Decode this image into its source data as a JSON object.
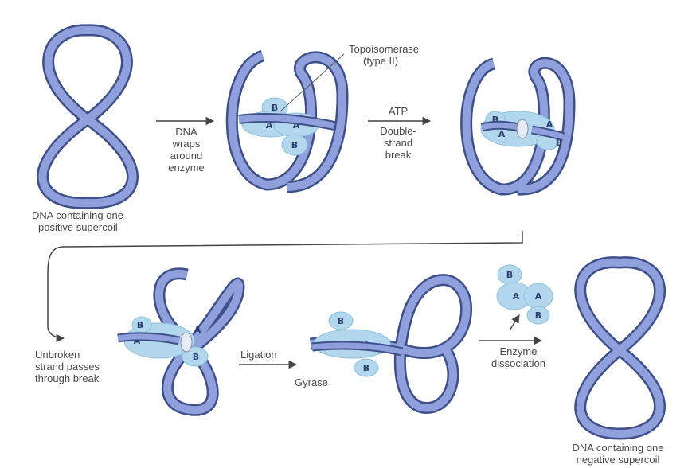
{
  "colors": {
    "dna_fill": "#8fa0dc",
    "dna_edge": "#3f4f8a",
    "enzyme": "#b3d8ee",
    "enzyme_edge": "#8cc0dc",
    "subunit_text": "#2d3c70",
    "label_text": "#4a4a4a",
    "arrow": "#444444"
  },
  "labels": {
    "topo_line1": "Topoisomerase",
    "topo_line2": "(type II)",
    "dna_wraps": [
      "DNA",
      "wraps",
      "around",
      "enzyme"
    ],
    "atp": "ATP",
    "double_strand": [
      "Double-",
      "strand",
      "break"
    ],
    "positive_line1": "DNA containing one",
    "positive_line2": "positive supercoil",
    "unbroken": [
      "Unbroken",
      "strand passes",
      "through break"
    ],
    "ligation": "Ligation",
    "gyrase": "Gyrase",
    "enzyme_dissociation": [
      "Enzyme",
      "dissociation"
    ],
    "negative_line1": "DNA containing one",
    "negative_line2": "negative supercoil"
  },
  "subunits": {
    "a": "A",
    "b": "B"
  }
}
